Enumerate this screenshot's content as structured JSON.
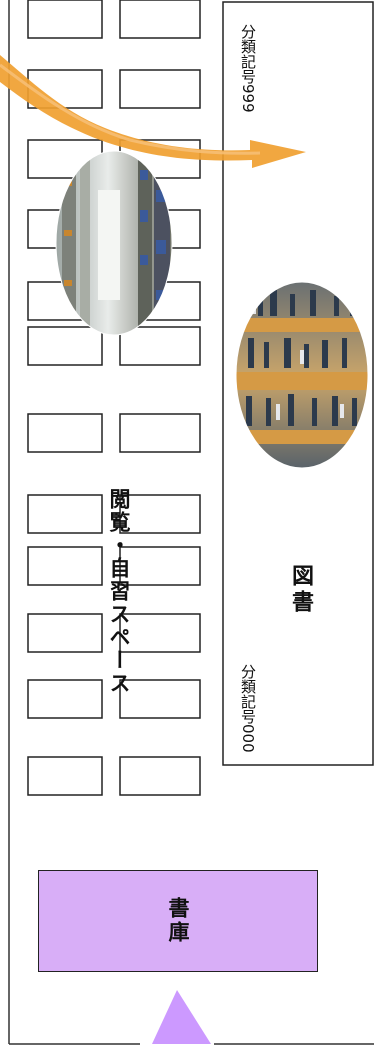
{
  "labels": {
    "reading_space": "閲覧・自習スペース",
    "books": "図書",
    "class_top": "分類記号999",
    "class_bottom": "分類記号000",
    "stack_room": "書庫"
  },
  "photos": [
    {
      "name": "bookshelf-photo-1",
      "kind": "photo of library aisle with bookshelves"
    },
    {
      "name": "bookshelf-photo-2",
      "kind": "photo of library bookshelves with books"
    }
  ],
  "colors": {
    "stack_room": "#d8aef7",
    "entrance_arrow": "#cc99ff",
    "route_arrow": "#f0a030"
  }
}
